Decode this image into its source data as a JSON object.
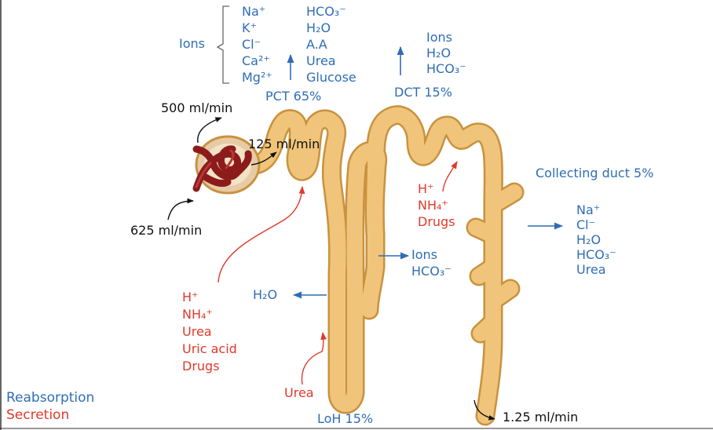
{
  "legend": {
    "reabsorption": "Reabsorption",
    "secretion": "Secretion"
  },
  "pct": {
    "ions_label": "Ions",
    "col1": [
      "Na⁺",
      "K⁺",
      "Cl⁻",
      "Ca²⁺",
      "Mg²⁺"
    ],
    "col2": [
      "HCO₃⁻",
      "H₂O",
      "A.A",
      "Urea",
      "Glucose"
    ],
    "caption": "PCT 65%"
  },
  "dct": {
    "items": [
      "Ions",
      "H₂O",
      "HCO₃⁻"
    ],
    "caption": "DCT 15%"
  },
  "collecting_duct": {
    "caption": "Collecting duct 5%",
    "items": [
      "Na⁺",
      "Cl⁻",
      "H₂O",
      "HCO₃⁻",
      "Urea"
    ]
  },
  "flows": {
    "renal_plasma": "500 ml/min",
    "gfr": "125 ml/min",
    "renal_blood": "625 ml/min",
    "urine": "1.25 ml/min"
  },
  "pct_secretion": [
    "H⁺",
    "NH₄⁺",
    "Urea",
    "Uric acid",
    "Drugs"
  ],
  "dct_secretion": [
    "H⁺",
    "NH₄⁺",
    "Drugs"
  ],
  "loh": {
    "water": "H₂O",
    "ions": [
      "Ions",
      "HCO₃⁻"
    ],
    "urea_secretion": "Urea",
    "caption": "LoH 15%"
  },
  "colors": {
    "reabsorption": "#2f6db5",
    "secretion": "#e0392b",
    "tubule_fill": "#f0c47a",
    "tubule_edge": "#c8923e",
    "glomerulus": "#8c1c1c",
    "capsule": "#e6cba6"
  }
}
